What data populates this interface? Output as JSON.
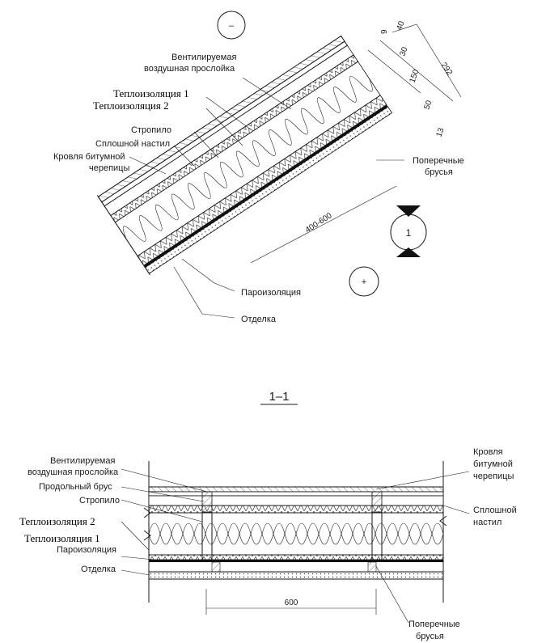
{
  "top": {
    "labels": {
      "vent_line1": "Вентилируемая",
      "vent_line2": "воздушная прослойка",
      "insulation1": "Теплоизоляция 1",
      "insulation2": "Теплоизоляция 2",
      "rafter": "Стропило",
      "solid_deck": "Сплошной настил",
      "roof_line1": "Кровля битумной",
      "roof_line2": "черепицы",
      "cross_line1": "Поперечные",
      "cross_line2": "брусья",
      "vapor": "Пароизоляция",
      "finish": "Отделка"
    },
    "dims": {
      "d9": "9",
      "d40": "40",
      "d30": "30",
      "d150": "150",
      "d50": "50",
      "d13": "13",
      "d292": "292",
      "span": "400-600"
    },
    "markers": {
      "minus": "–",
      "plus": "+",
      "section": "1"
    }
  },
  "section_title": "1–1",
  "bottom": {
    "labels": {
      "vent_line1": "Вентилируемая",
      "vent_line2": "воздушная прослойка",
      "long_beam": "Продольный брус",
      "rafter": "Стропило",
      "insulation2": "Теплоизоляция 2",
      "insulation1": "Теплоизоляция 1",
      "vapor": "Пароизоляция",
      "finish": "Отделка",
      "roof_line1": "Кровля",
      "roof_line2": "битумной",
      "roof_line3": "черепицы",
      "deck_line1": "Сплошной",
      "deck_line2": "настил",
      "cross_line1": "Поперечные",
      "cross_line2": "брусья"
    },
    "dims": {
      "span": "600"
    }
  }
}
